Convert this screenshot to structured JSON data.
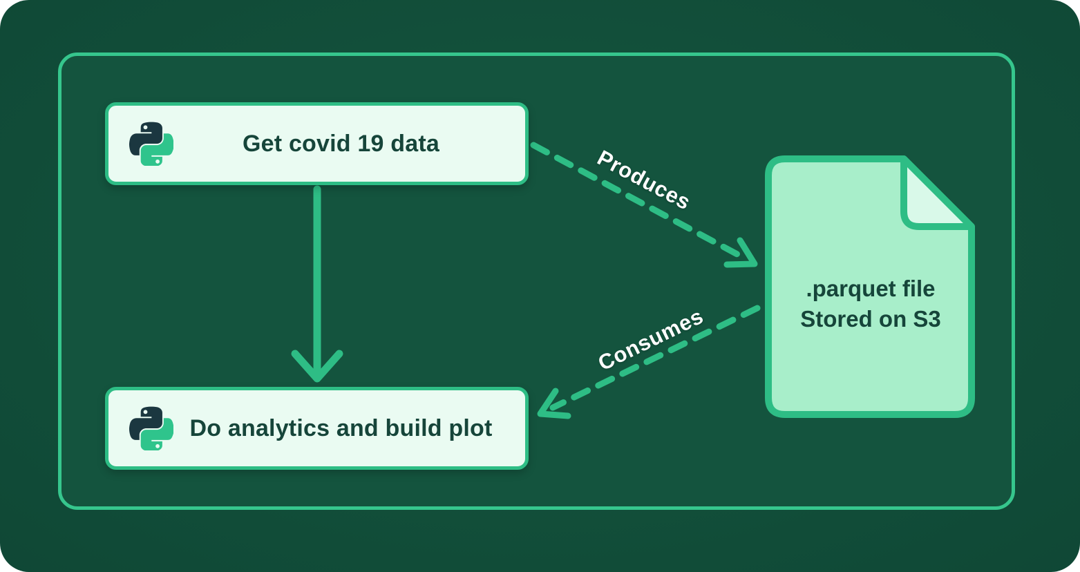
{
  "diagram": {
    "nodes": {
      "task1": {
        "label": "Get covid 19 data",
        "icon": "python-icon"
      },
      "task2": {
        "label": "Do analytics and build plot",
        "icon": "python-icon"
      },
      "file": {
        "line1": ".parquet file",
        "line2": "Stored on S3",
        "icon": "file-icon"
      }
    },
    "edges": {
      "produces": {
        "label": "Produces",
        "style": "dashed",
        "from": "task1",
        "to": "file"
      },
      "consumes": {
        "label": "Consumes",
        "style": "dashed",
        "from": "file",
        "to": "task2"
      },
      "task1_to_task2": {
        "label": "",
        "style": "solid",
        "from": "task1",
        "to": "task2"
      }
    },
    "colors": {
      "accent_green": "#2EBD85",
      "panel_border": "#36C68D",
      "background_dark": "#0F4735",
      "panel_fill": "#14543E",
      "node_fill": "#EAFBF2",
      "file_fill": "#A8EECA",
      "file_fold_fill": "#D9F9E9",
      "text_dark": "#16453A",
      "edge_label_text": "#FFFFFF",
      "python_dark": "#1B3740",
      "python_green": "#2FC48C"
    }
  }
}
